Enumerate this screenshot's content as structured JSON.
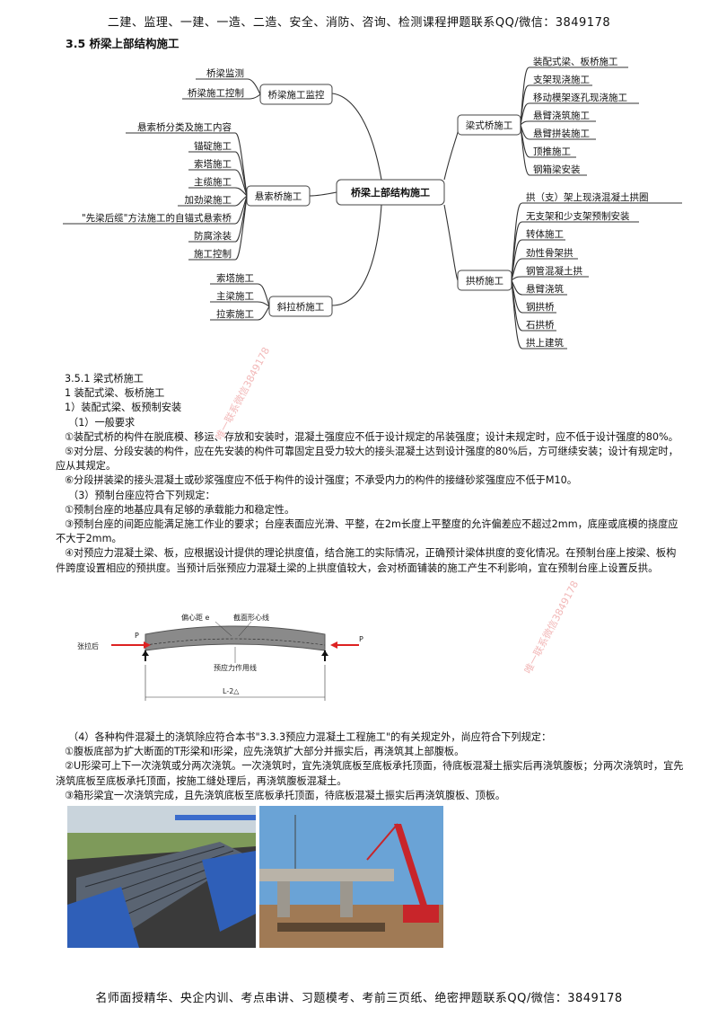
{
  "header": {
    "banner": "二建、监理、一建、一造、二造、安全、消防、咨询、检测课程押题联系QQ/微信：3849178"
  },
  "section": {
    "title": "3.5   桥梁上部结构施工"
  },
  "mindmap": {
    "center": "桥梁上部结构施工",
    "branches": {
      "monitor": {
        "label": "桥梁施工监控",
        "children": [
          "桥梁监测",
          "桥梁施工控制"
        ]
      },
      "suspension": {
        "label": "悬索桥施工",
        "children": [
          "悬索桥分类及施工内容",
          "锚碇施工",
          "索塔施工",
          "主缆施工",
          "加劲梁施工",
          "\"先梁后缆\"方法施工的自锚式悬索桥",
          "防腐涂装",
          "施工控制"
        ]
      },
      "cable": {
        "label": "斜拉桥施工",
        "children": [
          "索塔施工",
          "主梁施工",
          "拉索施工"
        ]
      },
      "girder": {
        "label": "梁式桥施工",
        "children": [
          "装配式梁、板桥施工",
          "支架现浇施工",
          "移动模架逐孔现浇施工",
          "悬臂浇筑施工",
          "悬臂拼装施工",
          "顶推施工",
          "钢箱梁安装"
        ]
      },
      "arch": {
        "label": "拱桥施工",
        "children": [
          "拱（支）架上现浇混凝土拱圈",
          "无支架和少支架预制安装",
          "转体施工",
          "劲性骨架拱",
          "钢管混凝土拱",
          "悬臂浇筑",
          "钢拱桥",
          "石拱桥",
          "拱上建筑"
        ]
      }
    }
  },
  "body": {
    "lines": [
      "3.5.1   梁式桥施工",
      "1 装配式梁、板桥施工",
      "1）装配式梁、板预制安装",
      "（1）一般要求",
      "①装配式桥的构件在脱底模、移运、存放和安装时，混凝土强度应不低于设计规定的吊装强度；设计未规定时，应不低于设计强度的80%。",
      "⑤对分层、分段安装的构件，应在先安装的构件可靠固定且受力较大的接头混凝土达到设计强度的80%后，方可继续安装；设计有规定时，应从其规定。",
      "⑥分段拼装梁的接头混凝土或砂浆强度应不低于构件的设计强度；不承受内力的构件的接缝砂浆强度应不低于M10。",
      "（3）预制台座应符合下列规定：",
      "①预制台座的地基应具有足够的承载能力和稳定性。",
      "③预制台座的间距应能满足施工作业的要求；台座表面应光滑、平整，在2m长度上平整度的允许偏差应不超过2mm，底座或底模的挠度应不大于2mm。",
      "④对预应力混凝土梁、板，应根据设计提供的理论拱度值，结合施工的实际情况，正确预计梁体拱度的变化情况。在预制台座上按梁、板构件跨度设置相应的预拱度。当预计后张预应力混凝土梁的上拱度值较大，会对桥面铺装的施工产生不利影响，宜在预制台座上设置反拱。"
    ],
    "lines2": [
      "（4）各种构件混凝土的浇筑除应符合本书\"3.3.3预应力混凝土工程施工\"的有关规定外，尚应符合下列规定：",
      "①腹板底部为扩大断面的T形梁和I形梁，应先浇筑扩大部分并振实后，再浇筑其上部腹板。",
      "②U形梁可上下一次浇筑或分两次浇筑。一次浇筑时，宜先浇筑底板至底板承托顶面，待底板混凝土振实后再浇筑腹板；分两次浇筑时，宜先浇筑底板至底板承托顶面，按施工缝处理后，再浇筑腹板混凝土。",
      "③箱形梁宜一次浇筑完成，且先浇筑底板至底板承托顶面，待底板混凝土振实后再浇筑腹板、顶板。"
    ]
  },
  "diagram": {
    "labels": {
      "eccentric": "偏心距 e",
      "centroid": "截面形心线",
      "tension": "张拉后",
      "prestress": "预应力作用线",
      "p_left": "P",
      "p_right": "P",
      "span": "L-2△"
    }
  },
  "watermark": {
    "text": "唯一联系微信3849178"
  },
  "footer": {
    "banner": "名师面授精华、央企内训、考点串讲、习题模考、考前三页纸、绝密押题联系QQ/微信：3849178"
  }
}
